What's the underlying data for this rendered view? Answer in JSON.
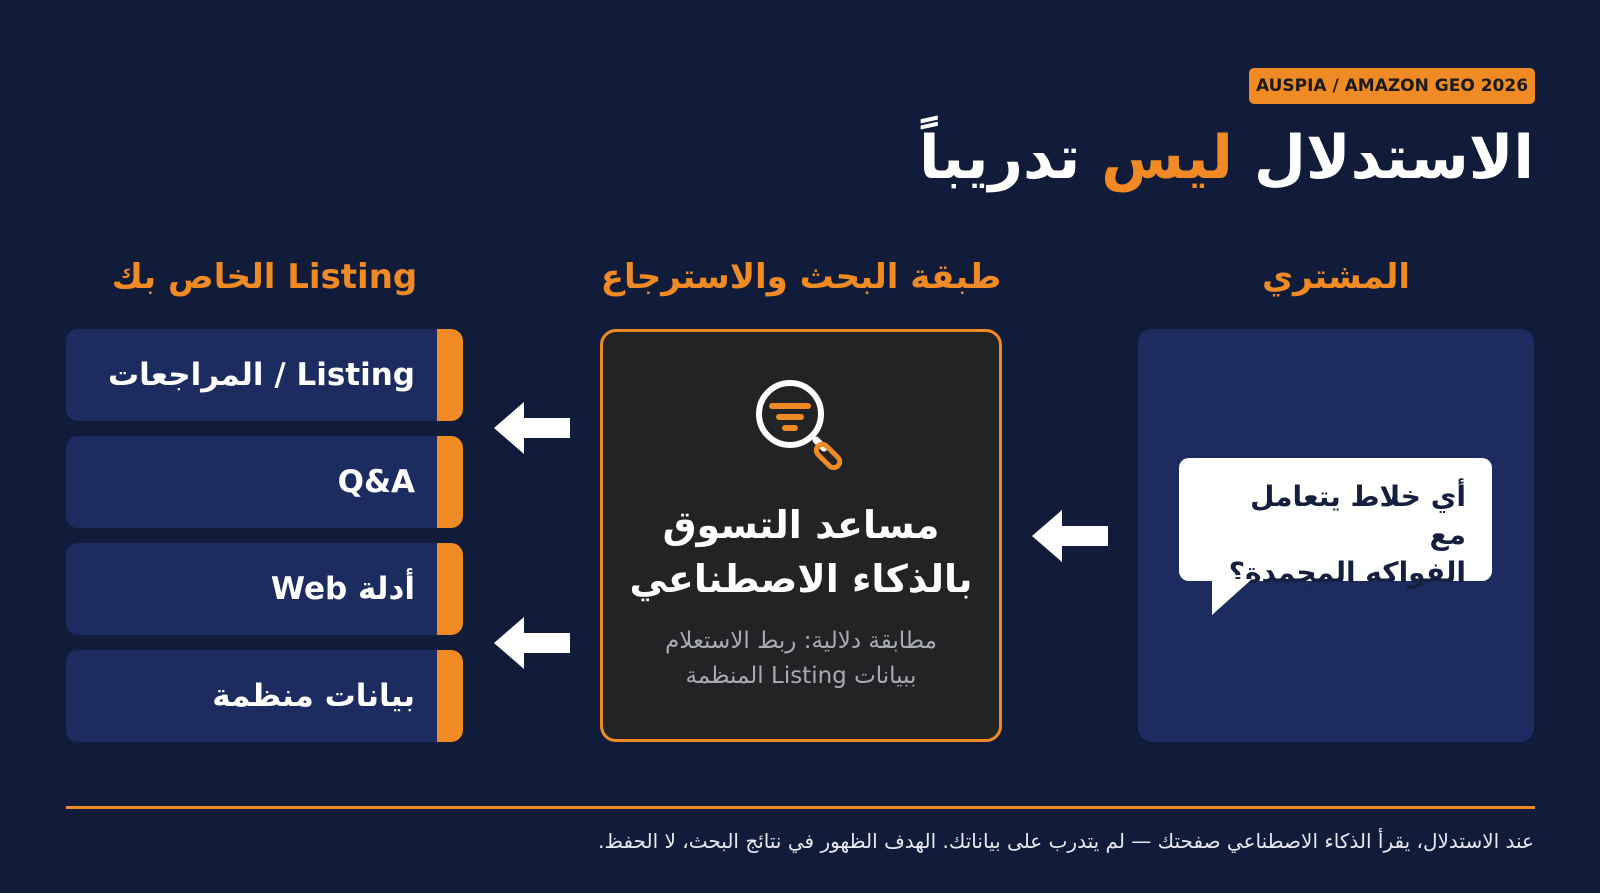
{
  "badge": "AUSPIA / AMAZON GEO 2026",
  "title": {
    "part1": "الاستدلال",
    "accent": "ليس",
    "part2": "تدريباً"
  },
  "columns": {
    "buyer": "المشتري",
    "search_layer": "طبقة البحث والاسترجاع",
    "listing": "Listing الخاص بك"
  },
  "buyer_query": {
    "line1": "أي خلاط يتعامل مع",
    "line2": "الفواكه المجمدة؟"
  },
  "assistant": {
    "icon": "search-filter-icon",
    "title_line1": "مساعد التسوق",
    "title_line2": "بالذكاء الاصطناعي",
    "subtitle_line1": "مطابقة دلالية: ربط الاستعلام",
    "subtitle_line2": "ببيانات Listing المنظمة"
  },
  "sources": [
    {
      "label": "Listing / المراجعات"
    },
    {
      "label": "Q&A"
    },
    {
      "label": "أدلة Web"
    },
    {
      "label": "بيانات منظمة"
    }
  ],
  "footer": "عند الاستدلال، يقرأ الذكاء الاصطناعي صفحتك — لم يتدرب على بياناتك. الهدف الظهور في نتائج البحث، لا الحفظ.",
  "colors": {
    "background": "#111b3a",
    "panel": "#1d2c60",
    "accent": "#f08a24",
    "center_box": "#222325"
  }
}
